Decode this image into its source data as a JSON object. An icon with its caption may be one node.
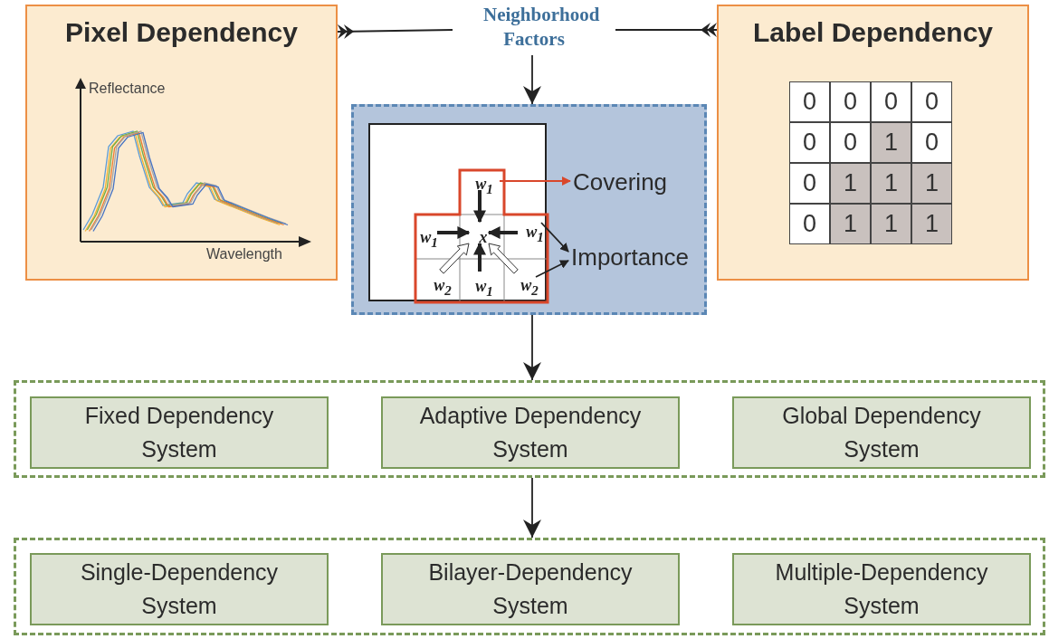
{
  "diagram": {
    "nodes": [
      {
        "text": [
          "Pixel Dependency"
        ]
      },
      {
        "text": [
          "Neighborhood Factors"
        ]
      },
      {
        "text": [
          "Label Dependency"
        ]
      },
      {
        "text": [],
        "shape": "box"
      },
      {
        "text": [],
        "shape": "box",
        "in": 3
      },
      {
        "text": [],
        "shape": "box",
        "in": 4
      },
      {
        "text": [
          "w$_{1}$"
        ],
        "in": 5
      },
      {
        "text": [
          "w$_{1}$"
        ],
        "in": 5
      },
      {
        "text": [
          "x"
        ],
        "in": 5
      },
      {
        "text": [
          "w$_{1}$"
        ],
        "in": 5
      },
      {
        "text": [
          "w$_{2}$"
        ],
        "in": 5
      },
      {
        "text": [
          "w$_{1}$"
        ],
        "in": 5
      },
      {
        "text": [
          "w$_{2}$"
        ],
        "in": 5
      },
      {
        "text": [
          "Covering"
        ],
        "in": 3
      },
      {
        "text": [
          "Importance"
        ],
        "in": 3
      },
      {
        "text": [],
        "shape": "box"
      },
      {
        "text": [
          "Fixed Dependency System"
        ],
        "in": 15
      },
      {
        "text": [
          "Adaptive Dependency System"
        ],
        "in": 15
      },
      {
        "text": [
          "Global Dependency System"
        ],
        "in": 15
      },
      {
        "text": [],
        "shape": "box"
      },
      {
        "text": [
          "Single-Dependency System"
        ],
        "in": 19
      },
      {
        "text": [
          "Bilayer-Dependency System"
        ],
        "in": 19
      },
      {
        "text": [
          "Multiple-Dependency System"
        ],
        "in": 19
      }
    ],
    "edges": [
      {
        "from": 0,
        "to": 1,
        "arrow": "other"
      },
      {
        "from": 2,
        "to": 1,
        "arrow": "other"
      },
      {
        "from": 1,
        "to": 3,
        "arrow": "to"
      },
      {
        "from": 5,
        "to": 13,
        "arrow": "to",
        "color": "#d9472b"
      },
      {
        "from": 6,
        "to": 8,
        "arrow": "to",
        "style": "thick"
      },
      {
        "from": 7,
        "to": 8,
        "arrow": "to",
        "style": "thick"
      },
      {
        "from": 9,
        "to": 8,
        "arrow": "to",
        "style": "thick"
      },
      {
        "from": 11,
        "to": 8,
        "arrow": "to",
        "style": "thick"
      },
      {
        "from": 10,
        "to": 8,
        "arrow": "to",
        "style": "thick",
        "color": "#ffffff"
      },
      {
        "from": 12,
        "to": 8,
        "arrow": "to",
        "style": "thick",
        "color": "#ffffff"
      },
      {
        "from": 9,
        "to": 14,
        "arrow": "to"
      },
      {
        "from": 12,
        "to": 14,
        "arrow": "to"
      },
      {
        "from": 3,
        "to": 15,
        "arrow": "to"
      },
      {
        "from": 15,
        "to": 19,
        "arrow": "to"
      }
    ],
    "labels": [
      "Reflectance",
      "Wavelength",
      "0",
      "0",
      "0",
      "0",
      "0",
      "0",
      "1",
      "0",
      "0",
      "1",
      "1",
      "1",
      "0",
      "1",
      "1",
      "1"
    ]
  }
}
